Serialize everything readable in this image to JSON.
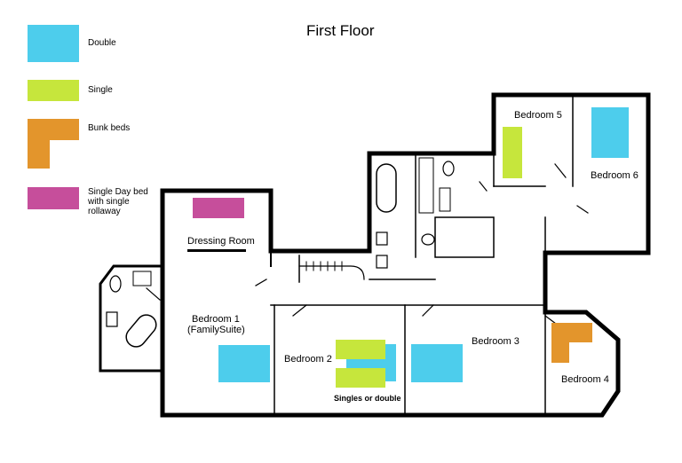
{
  "title": "First Floor",
  "legend": [
    {
      "label": "Double",
      "color": "#4dcdec",
      "shape": "rect"
    },
    {
      "label": "Single",
      "color": "#c6e63c",
      "shape": "rect"
    },
    {
      "label": "Bunk beds",
      "color": "#e3952c",
      "shape": "L"
    },
    {
      "label": "Single Day bed with single rollaway",
      "color": "#c64e9b",
      "shape": "rect"
    }
  ],
  "rooms": {
    "dressing_room": "Dressing Room",
    "bedroom1_line1": "Bedroom 1",
    "bedroom1_line2": "(FamilySuite)",
    "bedroom2": "Bedroom 2",
    "bedroom2_note": "Singles or double",
    "bedroom3": "Bedroom 3",
    "bedroom4": "Bedroom 4",
    "bedroom5": "Bedroom 5",
    "bedroom6": "Bedroom 6"
  },
  "colors": {
    "double": "#4dcdec",
    "single": "#c6e63c",
    "bunk": "#e3952c",
    "daybed": "#c64e9b",
    "wall": "#000000"
  }
}
